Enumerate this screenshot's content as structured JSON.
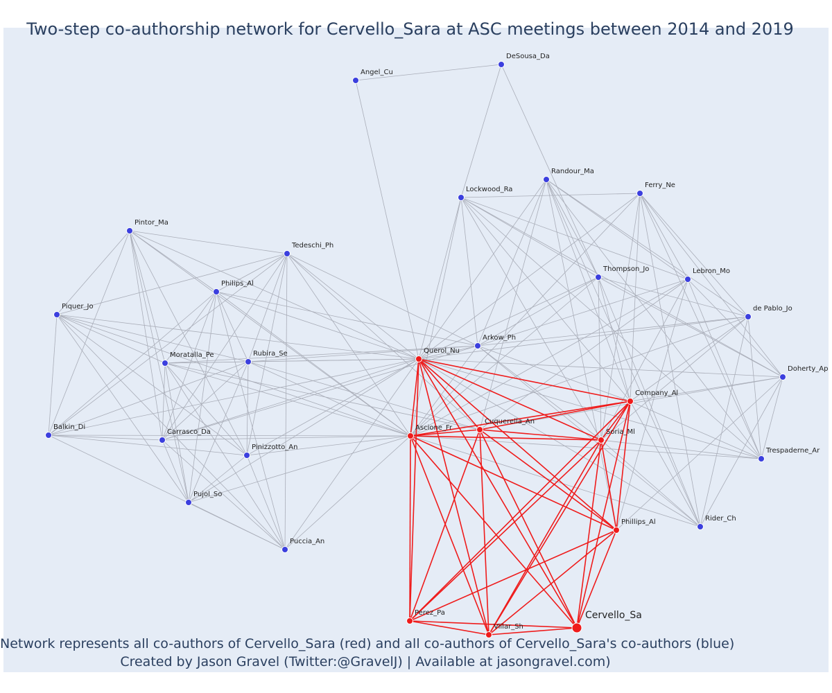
{
  "title": "Two-step co-authorship network for Cervello_Sara at ASC meetings between 2014 and 2019",
  "caption": {
    "line1": "Network represents all co-authors of Cervello_Sara (red) and all co-authors of Cervello_Sara's co-authors (blue)",
    "line2": "Created by Jason Gravel (Twitter:@GravelJ) | Available at jasongravel.com)"
  },
  "colors": {
    "background": "#e5ecf6",
    "coauthor": "#ef1b1b",
    "second_step": "#3b3fde",
    "edge_gray": "#a9adb8",
    "edge_red": "#ef1b1b",
    "text": "#2a3f5f"
  },
  "focal": "Cervello_Sa",
  "nodes": [
    {
      "id": "Cervello_Sa",
      "group": "focal"
    },
    {
      "id": "Querol_Nu",
      "group": "coauthor"
    },
    {
      "id": "Ascione_Fr",
      "group": "coauthor"
    },
    {
      "id": "Cuquerella_An",
      "group": "coauthor"
    },
    {
      "id": "Soria_Ml",
      "group": "coauthor"
    },
    {
      "id": "Company_Al",
      "group": "coauthor"
    },
    {
      "id": "Phillips_Al",
      "group": "coauthor"
    },
    {
      "id": "Perez_Pa",
      "group": "coauthor"
    },
    {
      "id": "Villar_Sh",
      "group": "coauthor"
    },
    {
      "id": "Angel_Cu",
      "group": "second"
    },
    {
      "id": "DeSousa_Da",
      "group": "second"
    },
    {
      "id": "Randour_Ma",
      "group": "second"
    },
    {
      "id": "Lockwood_Ra",
      "group": "second"
    },
    {
      "id": "Ferry_Ne",
      "group": "second"
    },
    {
      "id": "Thompson_Jo",
      "group": "second"
    },
    {
      "id": "Lebron_Mo",
      "group": "second"
    },
    {
      "id": "de Pablo_Jo",
      "group": "second"
    },
    {
      "id": "Doherty_Ap",
      "group": "second"
    },
    {
      "id": "Arkow_Ph",
      "group": "second"
    },
    {
      "id": "Trespaderne_Ar",
      "group": "second"
    },
    {
      "id": "Rider_Ch",
      "group": "second"
    },
    {
      "id": "Pintor_Ma",
      "group": "second"
    },
    {
      "id": "Tedeschi_Ph",
      "group": "second"
    },
    {
      "id": "Philips_Al",
      "group": "second"
    },
    {
      "id": "Piquer_Jo",
      "group": "second"
    },
    {
      "id": "Moratalla_Pe",
      "group": "second"
    },
    {
      "id": "Rubira_Se",
      "group": "second"
    },
    {
      "id": "Balkin_Di",
      "group": "second"
    },
    {
      "id": "Carrasco_Da",
      "group": "second"
    },
    {
      "id": "Pinizzotto_An",
      "group": "second"
    },
    {
      "id": "Pujol_So",
      "group": "second"
    },
    {
      "id": "Puccia_An",
      "group": "second"
    }
  ]
}
